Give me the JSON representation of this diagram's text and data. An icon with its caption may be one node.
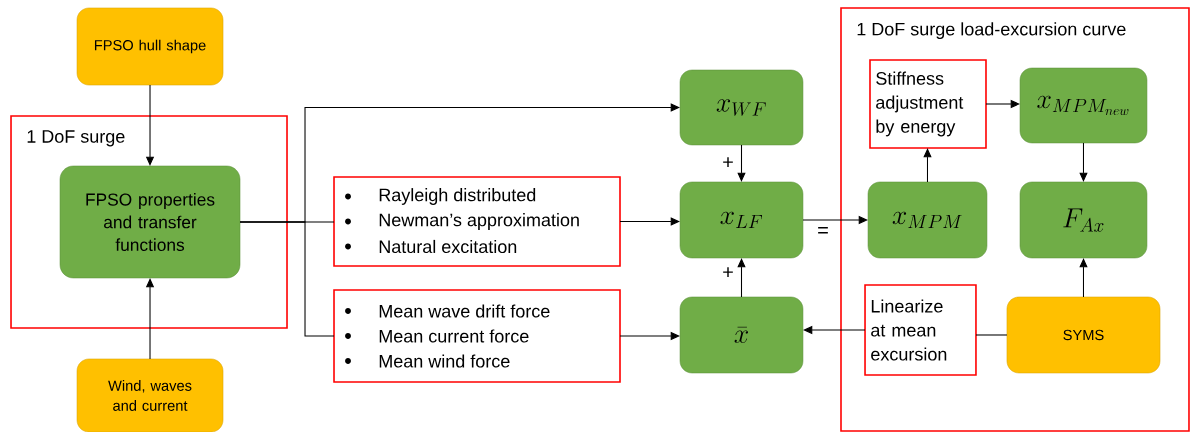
{
  "diagram": {
    "nodes": [
      {
        "text": [
          "FPSO hull shape"
        ]
      },
      {
        "text": [
          "1 DoF surge"
        ]
      },
      {
        "text": [
          "FPSO properties and transfer functions"
        ],
        "in": 1
      },
      {
        "text": [
          "Wind, waves and current"
        ]
      },
      {
        "text": [
          "Rayleigh distributed",
          "Newman’s approximation",
          "Natural excitation"
        ]
      },
      {
        "text": [
          "Mean wave drift force",
          "Mean current force",
          "Mean wind force"
        ]
      },
      {
        "text": [
          "x_{WF}"
        ]
      },
      {
        "text": [
          "x_{LF}"
        ]
      },
      {
        "text": [
          "\\bar{x}"
        ]
      },
      {
        "text": [
          "1 DoF surge load-excursion curve"
        ]
      },
      {
        "text": [
          "Stiffness adjustment by energy"
        ],
        "in": 9
      },
      {
        "text": [
          "x_{MPM_{new}}"
        ],
        "in": 9
      },
      {
        "text": [
          "x_{MPM}"
        ],
        "in": 9
      },
      {
        "text": [
          "F_{Ax}"
        ],
        "in": 9
      },
      {
        "text": [
          "Linearize at mean excursion"
        ],
        "in": 9
      },
      {
        "text": [
          "SYMS"
        ],
        "in": 9
      }
    ],
    "edges": [
      {
        "from": 0,
        "to": 2,
        "arrow": "to"
      },
      {
        "from": 3,
        "to": 2,
        "arrow": "to"
      },
      {
        "from": 2,
        "to": 6,
        "arrow": "to"
      },
      {
        "from": 2,
        "to": 4,
        "arrow": "none"
      },
      {
        "from": 2,
        "to": 5,
        "arrow": "none"
      },
      {
        "from": 4,
        "to": 7,
        "arrow": "to"
      },
      {
        "from": 5,
        "to": 8,
        "arrow": "to"
      },
      {
        "from": 6,
        "to": 7,
        "arrow": "to",
        "label": "+"
      },
      {
        "from": 8,
        "to": 7,
        "arrow": "to",
        "label": "+"
      },
      {
        "from": 7,
        "to": 12,
        "arrow": "to",
        "label": "="
      },
      {
        "from": 12,
        "to": 10,
        "arrow": "to"
      },
      {
        "from": 10,
        "to": 11,
        "arrow": "to"
      },
      {
        "from": 11,
        "to": 13,
        "arrow": "to"
      },
      {
        "from": 15,
        "to": 13,
        "arrow": "to"
      },
      {
        "from": 15,
        "to": 14,
        "arrow": "none"
      },
      {
        "from": 14,
        "to": 8,
        "arrow": "to"
      }
    ]
  }
}
